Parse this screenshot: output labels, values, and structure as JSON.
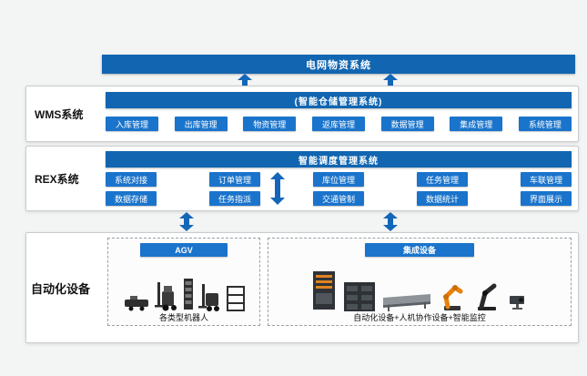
{
  "colors": {
    "bar_blue": "#1266b1",
    "button_blue": "#1a74cc",
    "arrow_blue": "#1467b8",
    "accent_orange": "#e0821f"
  },
  "top_bar": {
    "label": "电网物资系统"
  },
  "wms": {
    "section_label": "WMS系统",
    "header": "(智能仓储管理系统)",
    "buttons": [
      "入库管理",
      "出库管理",
      "物资管理",
      "返库管理",
      "数据管理",
      "集成管理",
      "系统管理"
    ]
  },
  "rex": {
    "section_label": "REX系统",
    "header": "智能调度管理系统",
    "columns": [
      {
        "top": "系统对接",
        "bottom": "数据存储"
      },
      {
        "top": "订单管理",
        "bottom": "任务指派"
      },
      {
        "top": "库位管理",
        "bottom": "交通管制"
      },
      {
        "top": "任务管理",
        "bottom": "数据统计"
      },
      {
        "top": "车联管理",
        "bottom": "界面展示"
      }
    ]
  },
  "automation": {
    "section_label": "自动化设备",
    "agv_group": {
      "label": "AGV",
      "caption": "各类型机器人",
      "images": [
        "agv-robot",
        "forklift",
        "mast-rack",
        "stacker",
        "shelf-rack"
      ]
    },
    "integrated_group": {
      "label": "集成设备",
      "caption": "自动化设备+人机协作设备+智能监控",
      "images": [
        "vertical-lift",
        "tote-rack",
        "conveyor",
        "orange-robot-arm",
        "black-robot-arm",
        "vision-camera"
      ]
    }
  }
}
